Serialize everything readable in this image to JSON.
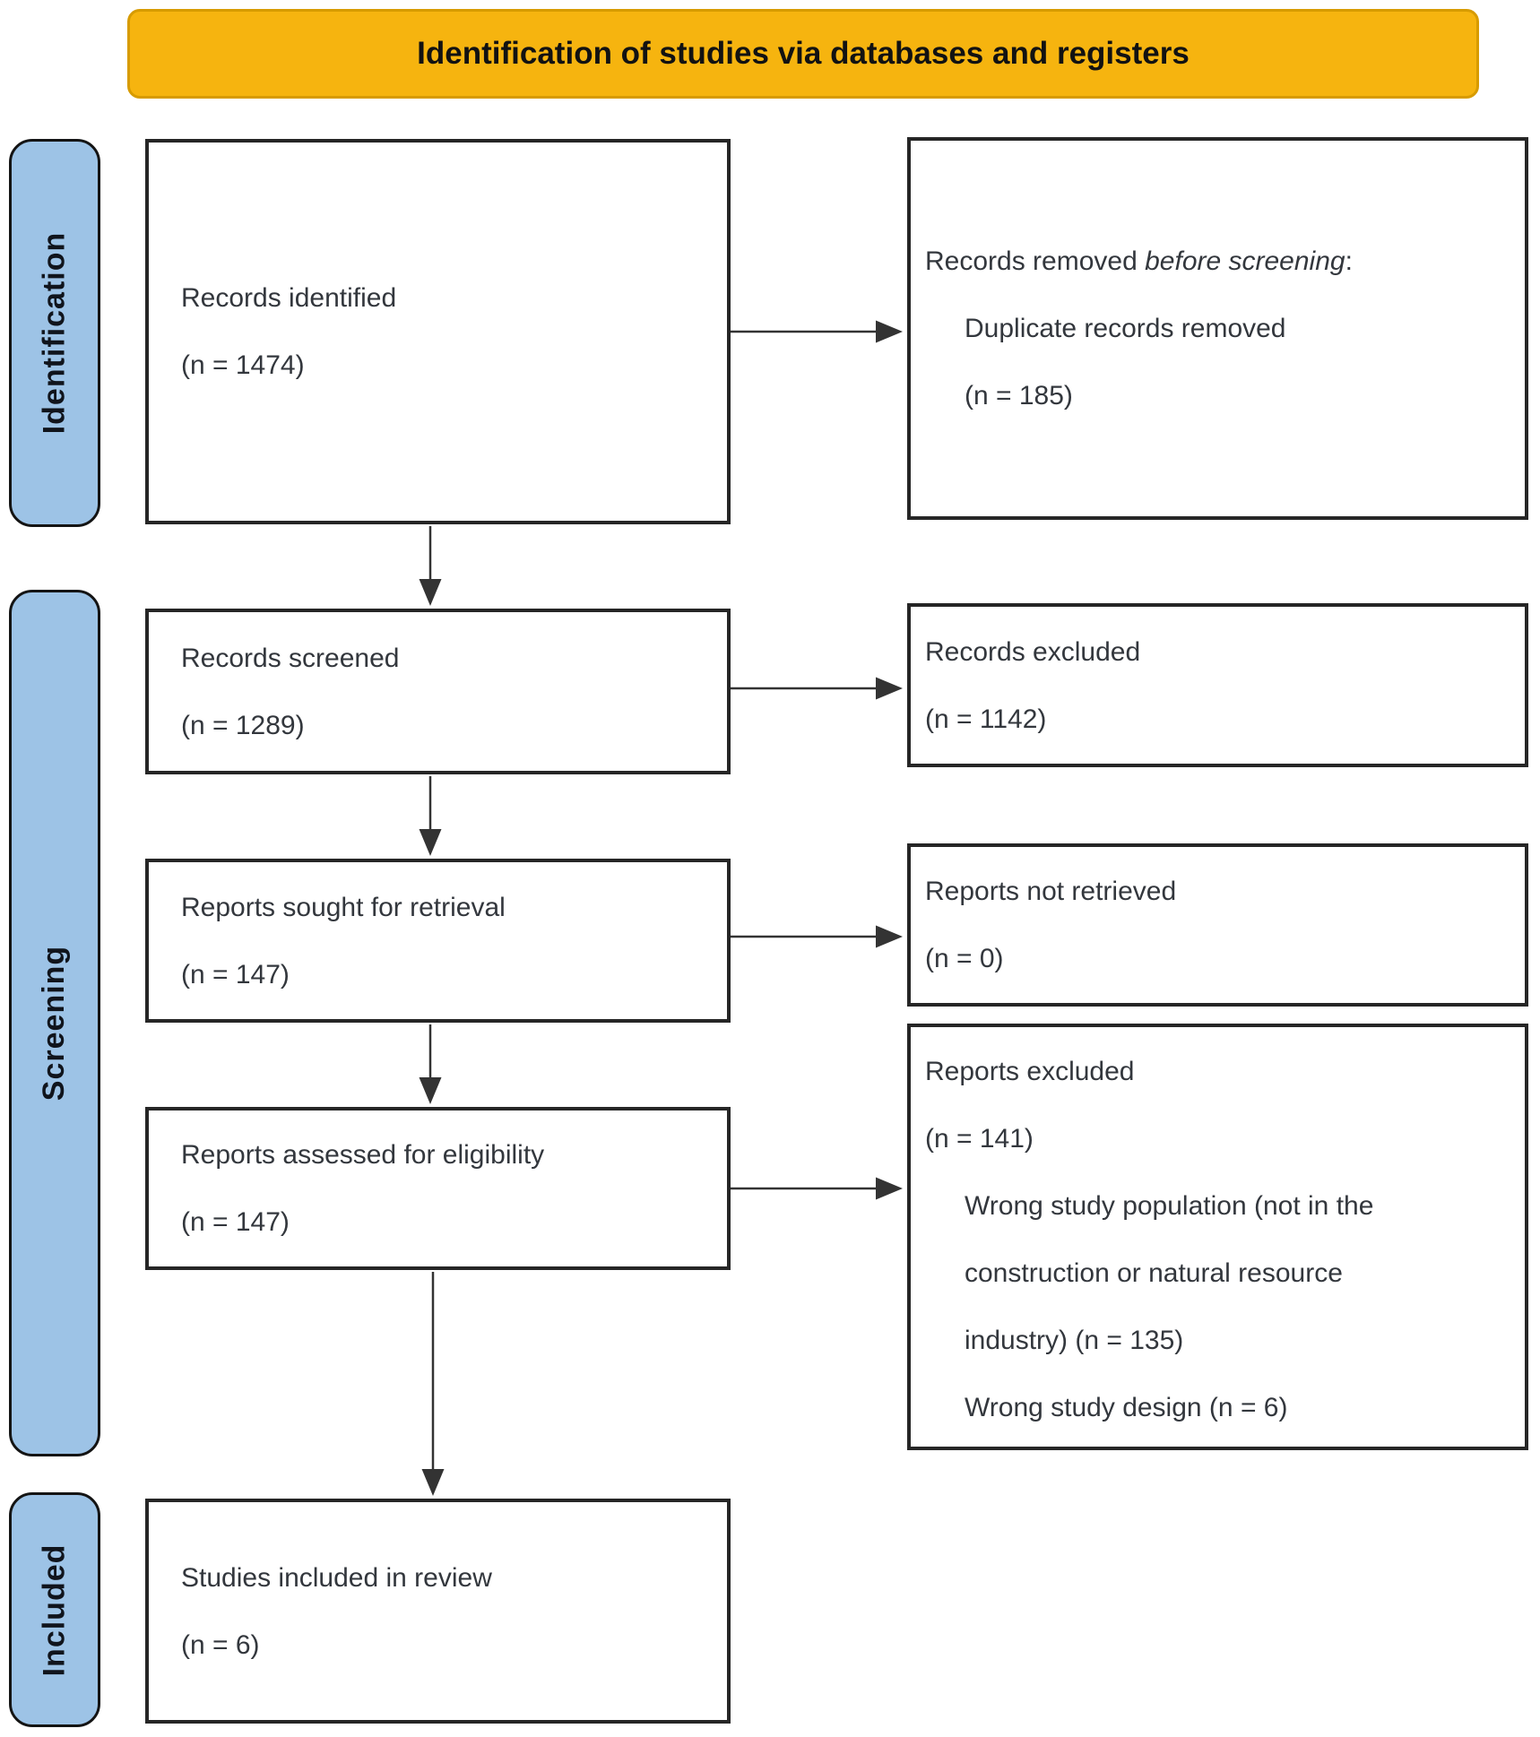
{
  "banner": {
    "label": "Identification of studies via databases and registers"
  },
  "colors": {
    "banner_fill": "#F6B40F",
    "banner_border": "#D79B00",
    "stage_fill": "#9DC3E6",
    "box_border": "#262626",
    "arrow": "#333333"
  },
  "stages": [
    {
      "label": "Identification"
    },
    {
      "label": "Screening"
    },
    {
      "label": "Included"
    }
  ],
  "boxes": {
    "records_identified": {
      "title": "Records identified",
      "count": "(n = 1474)"
    },
    "records_removed": {
      "title_prefix": "Records removed ",
      "title_italic": "before screening",
      "title_suffix": ":",
      "sub": "Duplicate records removed",
      "count": "(n = 185)"
    },
    "records_screened": {
      "title": "Records screened",
      "count": "(n = 1289)"
    },
    "records_excluded": {
      "title": "Records excluded",
      "count": "(n = 1142)"
    },
    "reports_sought": {
      "title": "Reports sought for retrieval",
      "count": "(n = 147)"
    },
    "reports_not_retrieved": {
      "title": "Reports not retrieved",
      "count": "(n = 0)"
    },
    "reports_assessed": {
      "title": "Reports assessed for eligibility",
      "count": "(n = 147)"
    },
    "reports_excluded": {
      "title": "Reports excluded",
      "count": "(n = 141)",
      "reasons": [
        "Wrong study population (not in the construction or natural resource industry) (n = 135)",
        "Wrong study design (n = 6)"
      ]
    },
    "studies_included": {
      "title": "Studies included in review",
      "count": "(n = 6)"
    }
  }
}
